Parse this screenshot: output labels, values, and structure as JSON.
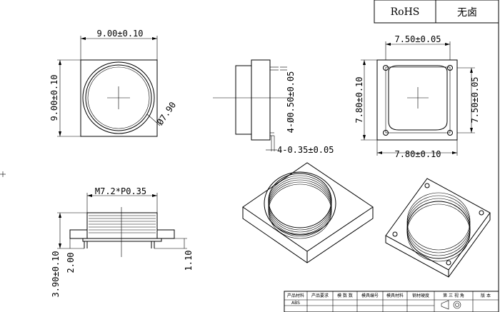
{
  "header_box": {
    "rohs": "RoHS",
    "halogen_free": "无卤"
  },
  "dimensions": {
    "front_width": "9.00±0.10",
    "front_height": "9.00±0.10",
    "front_diameter": "Ø7.90",
    "side_pin_spacing": "4-Ø0.50±0.05",
    "side_pin_width": "4-0.35±0.05",
    "back_top": "7.50±0.05",
    "back_left": "7.80±0.10",
    "back_right": "7.50±0.05",
    "back_bottom": "7.80±0.10",
    "thread": "M7.2*P0.35",
    "total_height": "3.90±0.10",
    "base_height": "2.00",
    "pin_height": "1.10"
  },
  "title_block": {
    "headers": [
      "产品材料",
      "产品要求",
      "模 数 数",
      "模具编号",
      "模具材料",
      "钢材硬度",
      "第 三 视 角",
      "版 本"
    ],
    "material_value": "ABS"
  }
}
